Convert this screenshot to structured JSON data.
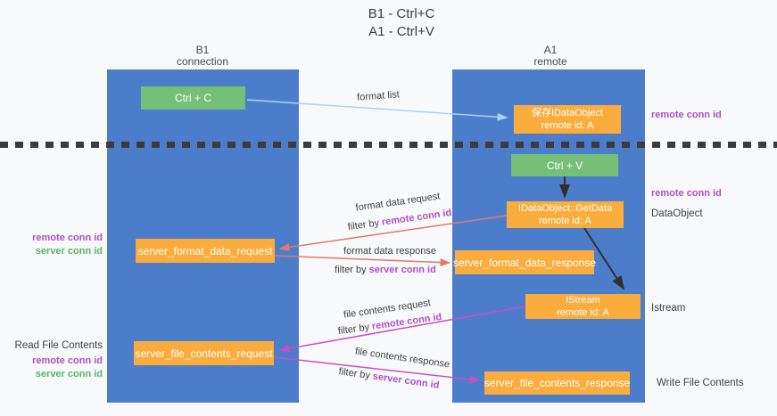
{
  "title": {
    "line1": "B1 - Ctrl+C",
    "line2": "A1 - Ctrl+V"
  },
  "lanes": {
    "left": {
      "title": "B1",
      "subtitle": "connection"
    },
    "right": {
      "title": "A1",
      "subtitle": "remote"
    }
  },
  "boxes": {
    "ctrl_c": {
      "label": "Ctrl + C"
    },
    "save_dataobject": {
      "line1": "保存IDataObject",
      "line2": "remote id: A"
    },
    "ctrl_v": {
      "label": "Ctrl + V"
    },
    "getdata": {
      "line1": "IDataObject::GetData",
      "line2": "remote id: A"
    },
    "istream": {
      "line1": "IStream",
      "line2": "remote id: A"
    },
    "format_request": {
      "label": "server_format_data_request"
    },
    "format_response": {
      "label": "server_format_data_response"
    },
    "file_request": {
      "label": "server_file_contents_request"
    },
    "file_response": {
      "label": "server_file_contents_response"
    }
  },
  "arrows": {
    "format_list": {
      "label": "format list"
    },
    "format_data_request": {
      "label": "format data request",
      "filter_prefix": "filter by",
      "filter_key": "remote conn id"
    },
    "format_data_response": {
      "label": "format data response",
      "filter_prefix": "filter by",
      "filter_key": "server conn id"
    },
    "file_contents_request": {
      "label": "file contents request",
      "filter_prefix": "filter by",
      "filter_key": "remote conn id"
    },
    "file_contents_response": {
      "label": "file contents response",
      "filter_prefix": "filter by",
      "filter_key": "server conn id"
    }
  },
  "side_labels": {
    "right_top_remote_conn_id": "remote conn id",
    "right_mid_remote_conn_id": "remote conn id",
    "dataobject": "DataObject",
    "istream": "Istream",
    "write_file_contents": "Write File Contents",
    "left_top": {
      "remote": "remote conn id",
      "server": "server conn id"
    },
    "left_bottom": {
      "title": "Read File Contents",
      "remote": "remote conn id",
      "server": "server conn id"
    }
  },
  "colors": {
    "lane_blue": "#4C7DCB",
    "box_orange": "#FAAC3D",
    "box_green": "#75BF76",
    "arrow_salmon": "#E5766C",
    "arrow_magenta": "#C84FC4",
    "arrow_lightblue": "#A9D3F2",
    "arrow_black": "#2F2F2F",
    "label_purple": "#AE4FC8",
    "label_green": "#57B368",
    "background": "#F8F9FA"
  }
}
